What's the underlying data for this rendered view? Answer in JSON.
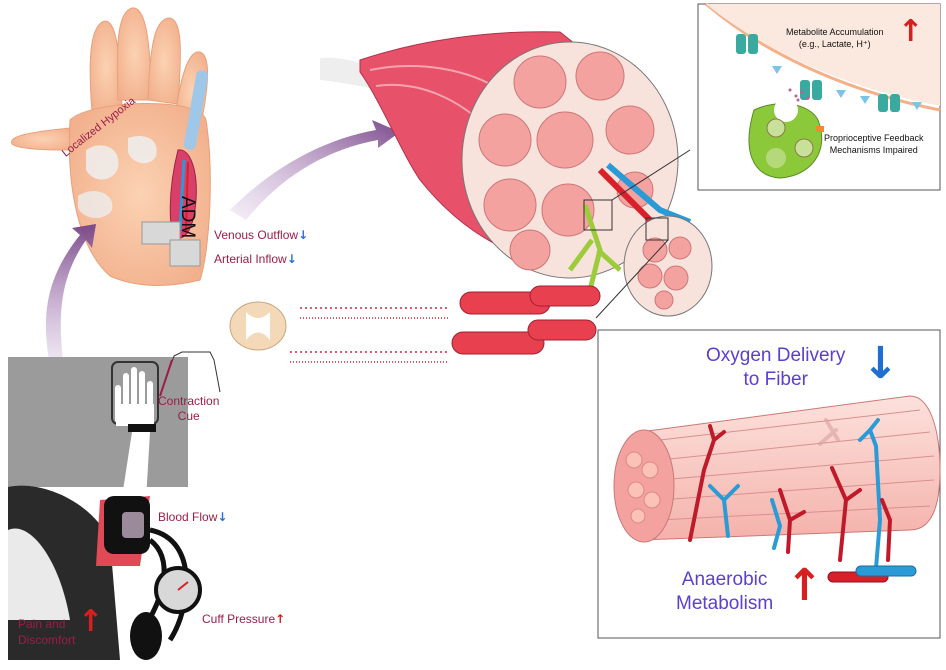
{
  "hand": {
    "localized_hypoxia": "Localized Hypoxia",
    "adm": "ADM",
    "venous_outflow": "Venous Outflow",
    "arterial_inflow": "Arterial Inflow"
  },
  "arm": {
    "contraction_cue_line1": "Contraction",
    "contraction_cue_line2": "Cue",
    "blood_flow": "Blood Flow",
    "pain_line1": "Pain and",
    "pain_line2": "Discomfort",
    "cuff_pressure": "Cuff Pressure"
  },
  "synapse_panel": {
    "metabolite_line1": "Metabolite Accumulation",
    "metabolite_line2": "(e.g., Lactate, H⁺)",
    "feedback_line1": "Proprioceptive Feedback",
    "feedback_line2": "Mechanisms Impaired"
  },
  "fiber_panel": {
    "oxygen_line1": "Oxygen Delivery",
    "oxygen_line2": "to Fiber",
    "anaerobic_line1": "Anaerobic",
    "anaerobic_line2": "Metabolism"
  },
  "indicators": {
    "up_arrow": "↑",
    "down_arrow": "↓"
  },
  "colors": {
    "muscle": "#e8516a",
    "muscle_light": "#f3a9a8",
    "artery": "#d8202a",
    "vein": "#2a9bd6",
    "nerve": "#9ccc3a",
    "skin": "#f6c1a0",
    "gray_panel": "#9b9b9b",
    "purple_arrow": "#8a5a9a"
  }
}
